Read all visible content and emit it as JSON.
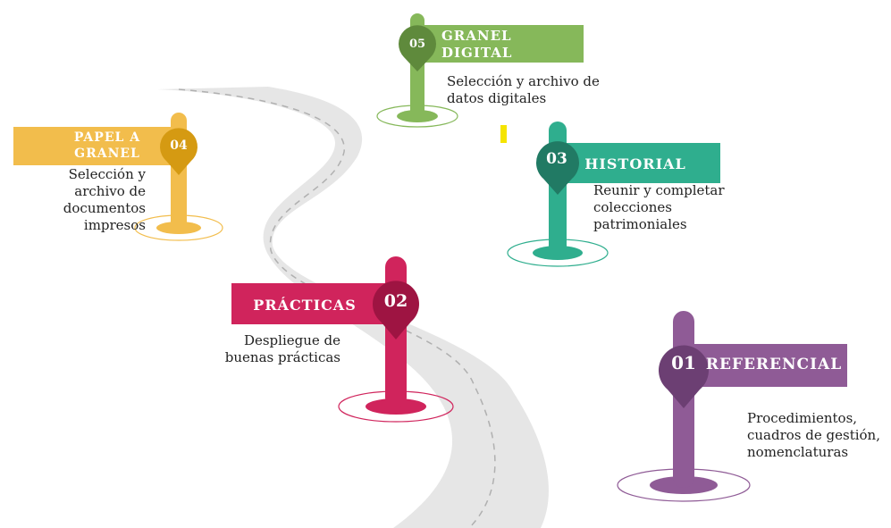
{
  "colors": {
    "road": "#e6e6e6",
    "road_dash": "#b0b0b0",
    "referencial": "#8f5b96",
    "referencial_dark": "#6c3f73",
    "practicas": "#d0245c",
    "practicas_dark": "#9e1442",
    "historial": "#2fae8e",
    "historial_dark": "#217a64",
    "papel": "#f2bd4c",
    "papel_dark": "#d59a12",
    "granel_digital": "#86b85a",
    "granel_digital_dark": "#5f8a3c",
    "accent_yellow": "#f5e400"
  },
  "milestones": [
    {
      "number": "01",
      "title_lines": [
        "REFERENCIAL"
      ],
      "description_lines": [
        "Procedimientos,",
        "cuadros de gestión,",
        "nomenclaturas"
      ]
    },
    {
      "number": "02",
      "title_lines": [
        "PRÁCTICAS"
      ],
      "description_lines": [
        "Despliegue de",
        "buenas prácticas"
      ]
    },
    {
      "number": "03",
      "title_lines": [
        "HISTORIAL"
      ],
      "description_lines": [
        "Reunir y completar",
        "colecciones",
        "patrimoniales"
      ]
    },
    {
      "number": "04",
      "title_lines": [
        "PAPEL A",
        "GRANEL"
      ],
      "description_lines": [
        "Selección y",
        "archivo de",
        "documentos",
        "impresos"
      ]
    },
    {
      "number": "05",
      "title_lines": [
        "GRANEL",
        "DIGITAL"
      ],
      "description_lines": [
        "Selección y archivo de",
        "datos digitales"
      ]
    }
  ]
}
